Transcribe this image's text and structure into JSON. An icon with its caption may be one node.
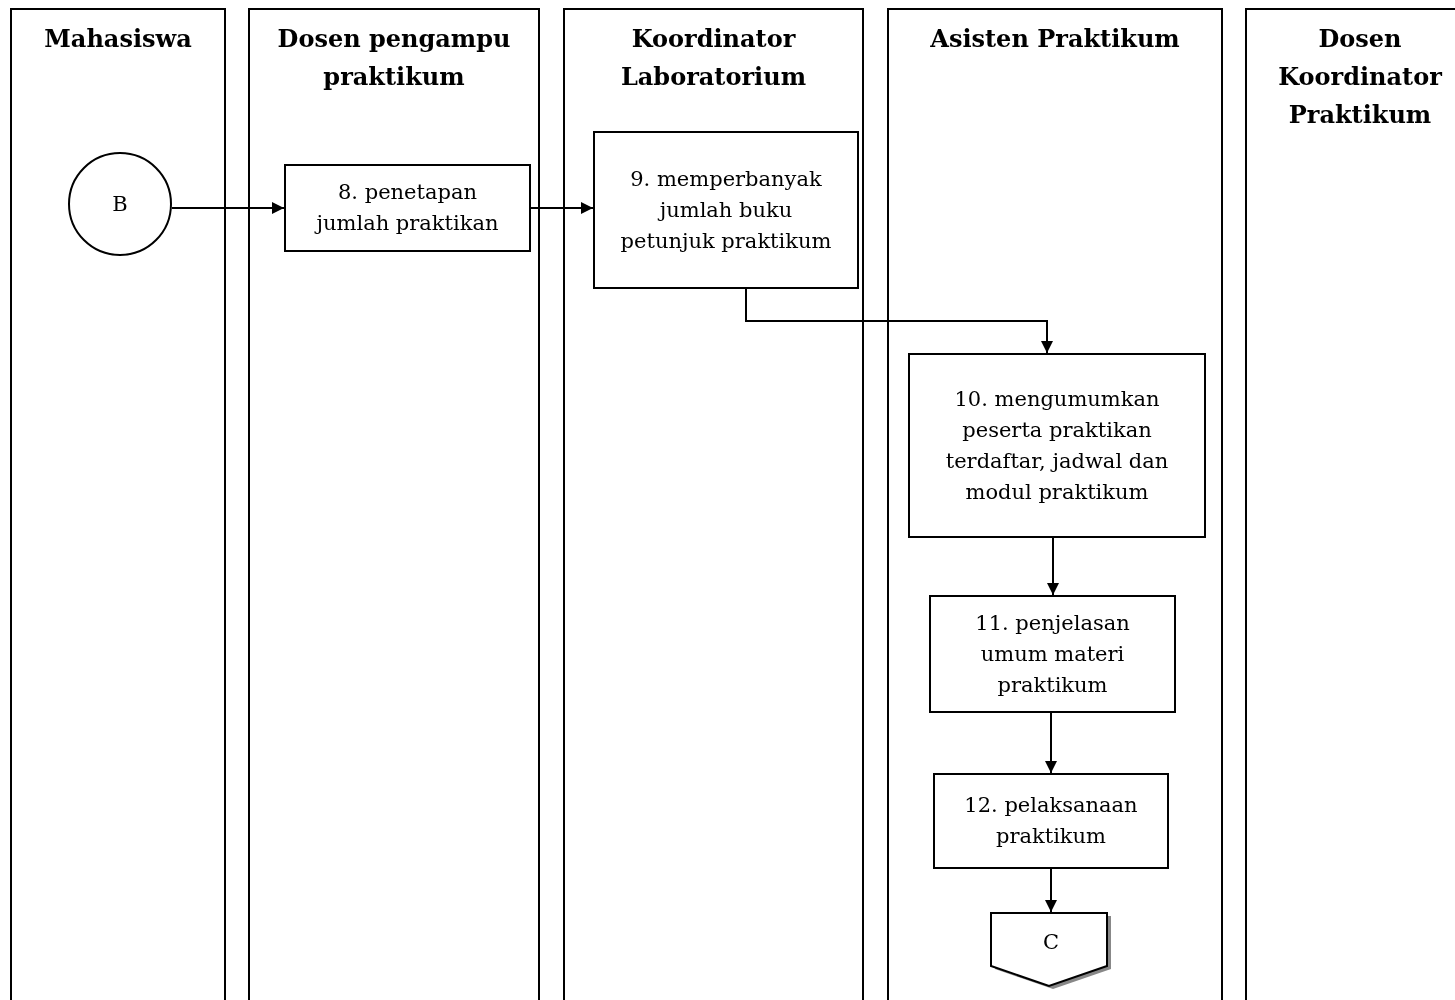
{
  "diagram": {
    "nodes": [
      {
        "text": [
          "Mahasiswa"
        ]
      },
      {
        "text": [
          "Dosen pengampu praktikum"
        ]
      },
      {
        "text": [
          "Koordinator Laboratorium"
        ]
      },
      {
        "text": [
          "Asisten Praktikum"
        ]
      },
      {
        "text": [
          "Dosen Koordinator Praktikum"
        ]
      },
      {
        "text": [
          "B"
        ],
        "in": 0
      },
      {
        "text": [
          "8. penetapan jumlah praktikan"
        ],
        "in": 1
      },
      {
        "text": [
          "9. memperbanyak jumlah buku petunjuk praktikum"
        ],
        "in": 2
      },
      {
        "text": [
          "10. mengumumkan peserta praktikan terdaftar, jadwal dan modul praktikum"
        ],
        "in": 3
      },
      {
        "text": [
          "11. penjelasan umum materi praktikum"
        ],
        "in": 3
      },
      {
        "text": [
          "12. pelaksanaan praktikum"
        ],
        "in": 3
      },
      {
        "text": [
          "C"
        ],
        "in": 3
      }
    ],
    "edges": [
      {
        "from": 5,
        "to": 6,
        "arrow": "to"
      },
      {
        "from": 6,
        "to": 7,
        "arrow": "to"
      },
      {
        "from": 7,
        "to": 8,
        "arrow": "to"
      },
      {
        "from": 8,
        "to": 9,
        "arrow": "to"
      },
      {
        "from": 9,
        "to": 10,
        "arrow": "to"
      },
      {
        "from": 10,
        "to": 11,
        "arrow": "to"
      }
    ]
  }
}
